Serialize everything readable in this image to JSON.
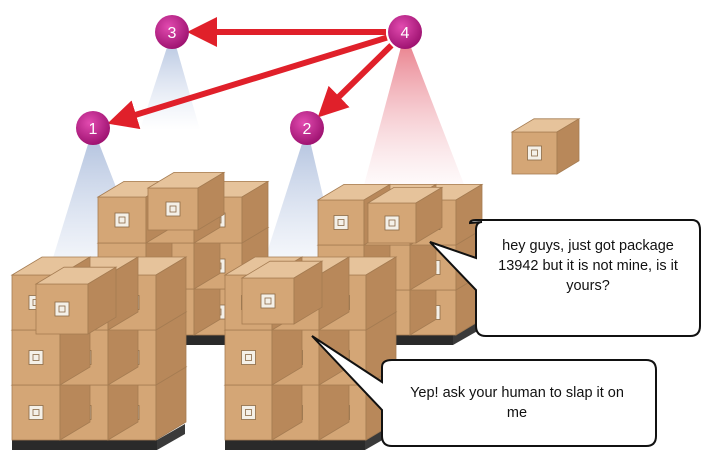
{
  "nodes": [
    {
      "id": "3",
      "label": "3"
    },
    {
      "id": "4",
      "label": "4"
    },
    {
      "id": "1",
      "label": "1"
    },
    {
      "id": "2",
      "label": "2"
    }
  ],
  "arrows": [
    {
      "from": "4",
      "to": "3"
    },
    {
      "from": "4",
      "to": "1"
    },
    {
      "from": "4",
      "to": "2"
    }
  ],
  "bubbles": {
    "top": "hey guys, just got package 13942 but it is not mine, is it yours?",
    "bottom": "Yep! ask your human to slap it on me"
  },
  "colors": {
    "node": "#c0198a",
    "arrow": "#e0202a",
    "box": "#d2a77a",
    "pallet": "#3a3a3a"
  }
}
